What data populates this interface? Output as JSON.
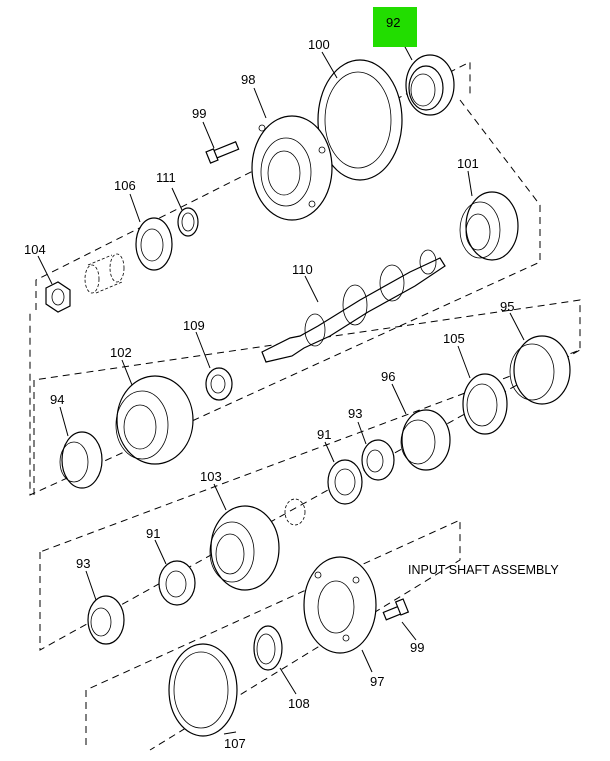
{
  "title": "INPUT SHAFT ASSEMBLY",
  "highlight_color": "#22dd00",
  "labels": {
    "p92": "92",
    "p100": "100",
    "p98": "98",
    "p99a": "99",
    "p111": "111",
    "p106": "106",
    "p104": "104",
    "p101": "101",
    "p110": "110",
    "p109": "109",
    "p102": "102",
    "p94": "94",
    "p95": "95",
    "p105": "105",
    "p96": "96",
    "p93a": "93",
    "p91a": "91",
    "p103": "103",
    "p91b": "91",
    "p93b": "93",
    "p99b": "99",
    "p97": "97",
    "p108": "108",
    "p107": "107"
  }
}
